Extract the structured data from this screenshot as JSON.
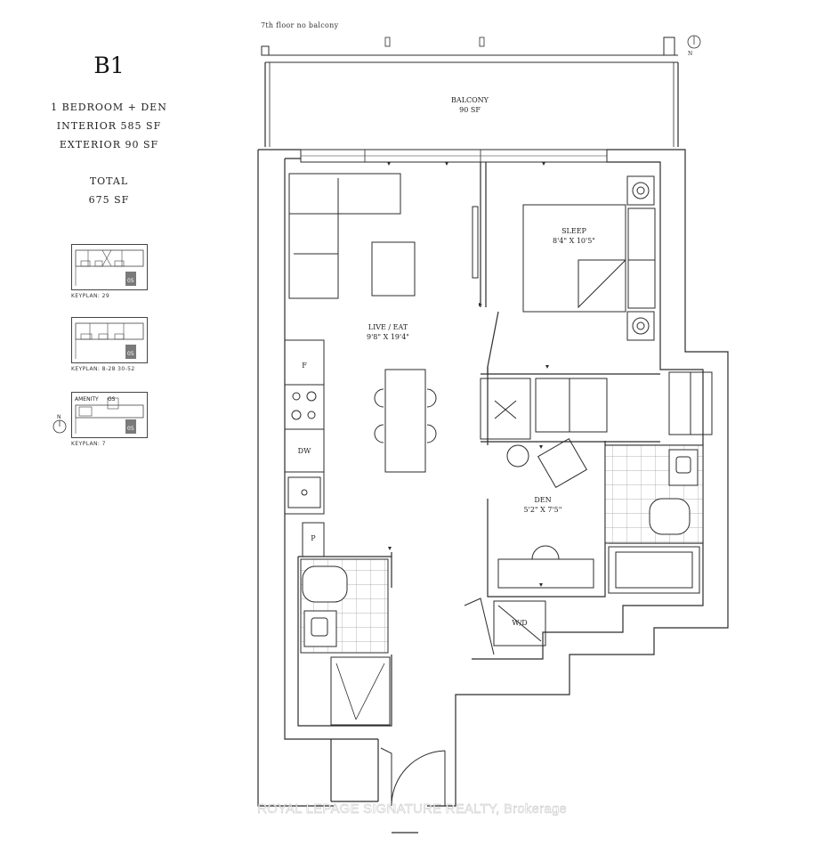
{
  "unit": {
    "name": "B1",
    "type": "1 BEDROOM + DEN",
    "interior": "INTERIOR 585 SF",
    "exterior": "EXTERIOR 90 SF",
    "total_label": "TOTAL",
    "total_value": "675 SF"
  },
  "floor_note": "7th floor no balcony",
  "rooms": {
    "balcony_name": "BALCONY",
    "balcony_size": "90 SF",
    "sleep_name": "SLEEP",
    "sleep_size": "8'4\" X 10'5\"",
    "live_name": "LIVE / EAT",
    "live_size": "9'8\" X 19'4\"",
    "den_name": "DEN",
    "den_size": "5'2\" X 7'5\"",
    "wd": "W/D",
    "fridge": "F",
    "dishwasher": "DW",
    "pantry": "P"
  },
  "compass": {
    "north": "N"
  },
  "keyplans": [
    {
      "caption": "KEYPLAN: 29",
      "unit_tag": "05"
    },
    {
      "caption": "KEYPLAN: 8-28  30-52",
      "unit_tag": "05"
    },
    {
      "caption": "KEYPLAN: 7",
      "unit_tag": "05",
      "amenity": "AMENITY",
      "gs": "GS"
    }
  ],
  "watermark": "ROYAL LEPAGE SIGNATURE REALTY, Brokerage",
  "colors": {
    "line": "#2b2b2b",
    "tile": "#9a9a9a",
    "keyplan_highlight": "#7a7a7a"
  }
}
